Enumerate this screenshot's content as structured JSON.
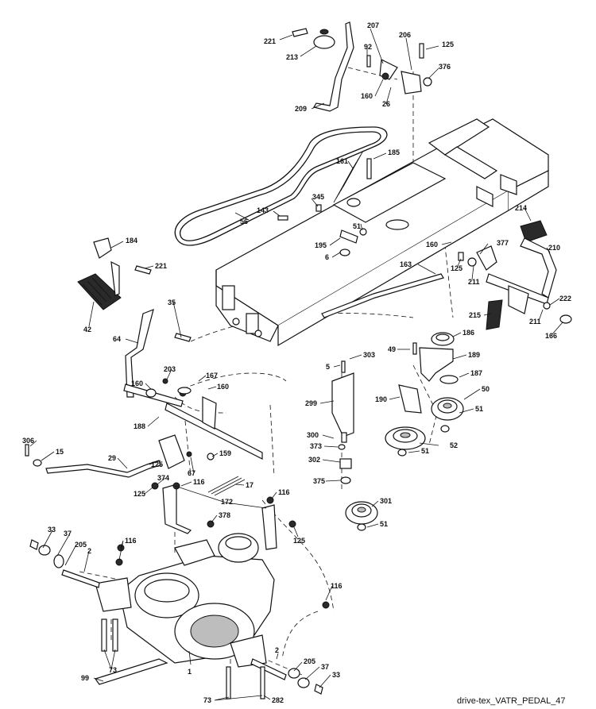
{
  "footer": "drive-tex_VATR_PEDAL_47",
  "labels": {
    "l221a": "221",
    "l213": "213",
    "l207": "207",
    "l206": "206",
    "l125a": "125",
    "l92": "92",
    "l376": "376",
    "l160a": "160",
    "l26": "26",
    "l209": "209",
    "l185": "185",
    "l161": "161",
    "l345": "345",
    "l143": "143",
    "l56": "56",
    "l51a": "51",
    "l184": "184",
    "l195": "195",
    "l221b": "221",
    "l6": "6",
    "l214": "214",
    "l160b": "160",
    "l377": "377",
    "l210": "210",
    "l125b": "125",
    "l163": "163",
    "l211a": "211",
    "l42": "42",
    "l35": "35",
    "l222": "222",
    "l215": "215",
    "l211b": "211",
    "l166": "166",
    "l186": "186",
    "l64": "64",
    "l49": "49",
    "l303": "303",
    "l189": "189",
    "l5": "5",
    "l203": "203",
    "l167": "167",
    "l187": "187",
    "l160c": "160",
    "l160d": "160",
    "l299": "299",
    "l190": "190",
    "l50": "50",
    "l51b": "51",
    "l188": "188",
    "l300": "300",
    "l373": "373",
    "l52": "52",
    "l51c": "51",
    "l306": "306",
    "l15": "15",
    "l29": "29",
    "l125c": "125",
    "l67": "67",
    "l159": "159",
    "l302": "302",
    "l374": "374",
    "l116a": "116",
    "l17": "17",
    "l375": "375",
    "l125d": "125",
    "l116b": "116",
    "l172": "172",
    "l301": "301",
    "l378": "378",
    "l51d": "51",
    "l125e": "125",
    "l33a": "33",
    "l37a": "37",
    "l205a": "205",
    "l2a": "2",
    "l116c": "116",
    "l116d": "116",
    "l73a": "73",
    "l2b": "2",
    "l205b": "205",
    "l37b": "37",
    "l33b": "33",
    "l99": "99",
    "l1": "1",
    "l73b": "73",
    "l282": "282"
  }
}
